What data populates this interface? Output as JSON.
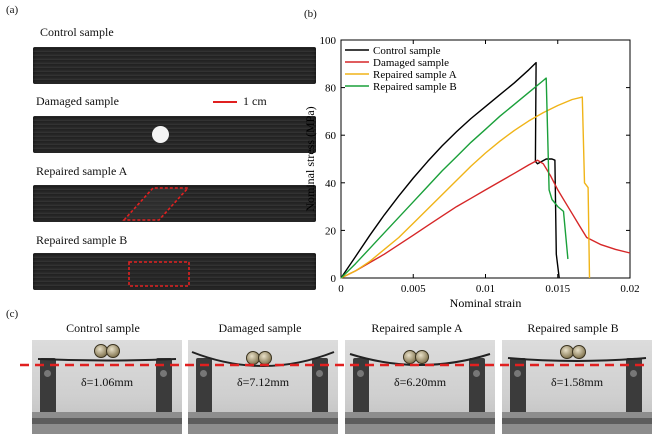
{
  "panels": {
    "a": "(a)",
    "b": "(b)",
    "c": "(c)"
  },
  "panel_a": {
    "labels": [
      "Control sample",
      "Damaged sample",
      "Repaired sample A",
      "Repaired sample B"
    ],
    "scale_label": "1 cm"
  },
  "panel_c": {
    "titles": [
      "Control sample",
      "Damaged sample",
      "Repaired sample A",
      "Repaired sample B"
    ],
    "deflections": [
      "δ=1.06mm",
      "δ=7.12mm",
      "δ=6.20mm",
      "δ=1.58mm"
    ]
  },
  "colors": {
    "control": "#000000",
    "damaged": "#d62728",
    "repairedA": "#f0b418",
    "repairedB": "#1aa03a",
    "dashed": "#e02020"
  },
  "chart_data": {
    "type": "line",
    "xlabel": "Nominal strain",
    "ylabel": "Nominal stress (MPa)",
    "xlim": [
      0,
      0.02
    ],
    "ylim": [
      0,
      100
    ],
    "xticks": [
      0,
      0.005,
      0.01,
      0.015,
      0.02
    ],
    "xtick_labels": [
      "0",
      "0.005",
      "0.01",
      "0.015",
      "0.02"
    ],
    "yticks": [
      0,
      20,
      40,
      60,
      80,
      100
    ],
    "ytick_labels": [
      "0",
      "20",
      "40",
      "60",
      "80",
      "100"
    ],
    "grid": false,
    "legend_position": "top-left",
    "series": [
      {
        "name": "Control sample",
        "color": "#000000",
        "x": [
          0,
          0.001,
          0.002,
          0.003,
          0.004,
          0.005,
          0.006,
          0.007,
          0.008,
          0.009,
          0.01,
          0.011,
          0.012,
          0.013,
          0.0135,
          0.01345,
          0.0136,
          0.0142,
          0.0146,
          0.0148,
          0.0149,
          0.0151
        ],
        "y": [
          0,
          9,
          18,
          26.5,
          34.5,
          42,
          49,
          55.5,
          61.5,
          67,
          72,
          77,
          82,
          87.5,
          90.5,
          49,
          48,
          50,
          50,
          49.5,
          10,
          0
        ]
      },
      {
        "name": "Damaged sample",
        "color": "#d62728",
        "x": [
          0,
          0.001,
          0.002,
          0.003,
          0.004,
          0.005,
          0.006,
          0.007,
          0.008,
          0.009,
          0.01,
          0.011,
          0.012,
          0.013,
          0.0136,
          0.014,
          0.0145,
          0.015,
          0.0155,
          0.016,
          0.0165,
          0.017,
          0.018,
          0.019,
          0.02
        ],
        "y": [
          0,
          3,
          6.5,
          10,
          14,
          18,
          22,
          26,
          30,
          33.5,
          37,
          40.5,
          44,
          47.5,
          49.5,
          48,
          43,
          37,
          32,
          27,
          22,
          17,
          14,
          12,
          10.5
        ]
      },
      {
        "name": "Repaired sample A",
        "color": "#f0b418",
        "x": [
          0,
          0.001,
          0.002,
          0.003,
          0.004,
          0.005,
          0.006,
          0.007,
          0.008,
          0.009,
          0.01,
          0.011,
          0.012,
          0.013,
          0.014,
          0.015,
          0.016,
          0.0167,
          0.01685,
          0.0171,
          0.0172
        ],
        "y": [
          0,
          3,
          7,
          12,
          17,
          23,
          29,
          35,
          41,
          47,
          52.5,
          57.5,
          62,
          66,
          69.5,
          72.5,
          75,
          76,
          40,
          38,
          0
        ]
      },
      {
        "name": "Repaired sample B",
        "color": "#1aa03a",
        "x": [
          0,
          0.001,
          0.002,
          0.003,
          0.004,
          0.005,
          0.006,
          0.007,
          0.008,
          0.009,
          0.01,
          0.011,
          0.012,
          0.013,
          0.014,
          0.0142,
          0.0144,
          0.0146,
          0.015,
          0.0154,
          0.0157
        ],
        "y": [
          0,
          6,
          12.5,
          19,
          25.5,
          32,
          38.5,
          45,
          51,
          57,
          62.5,
          68,
          73,
          78,
          83,
          84,
          37,
          33,
          30,
          28,
          8
        ]
      }
    ]
  }
}
